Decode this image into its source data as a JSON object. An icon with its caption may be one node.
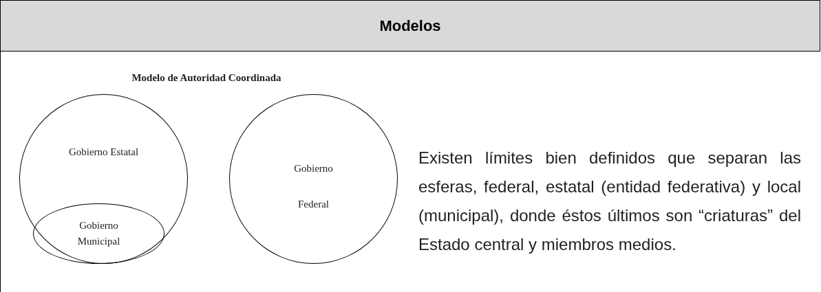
{
  "diagram": {
    "title": "Modelo de Autoridad Coordinada",
    "nodes": [
      {
        "text": [
          "Gobierno Estatal"
        ]
      },
      {
        "text": [
          "Gobierno Municipal"
        ],
        "in": 0
      },
      {
        "text": [
          "Gobierno Federal"
        ]
      }
    ],
    "labels": [
      "Modelos",
      "Existen límites bien definidos que separan las esferas, federal, estatal (entidad federativa) y local (municipal), donde éstos últimos son “criaturas” del Estado central y miembros medios."
    ]
  }
}
